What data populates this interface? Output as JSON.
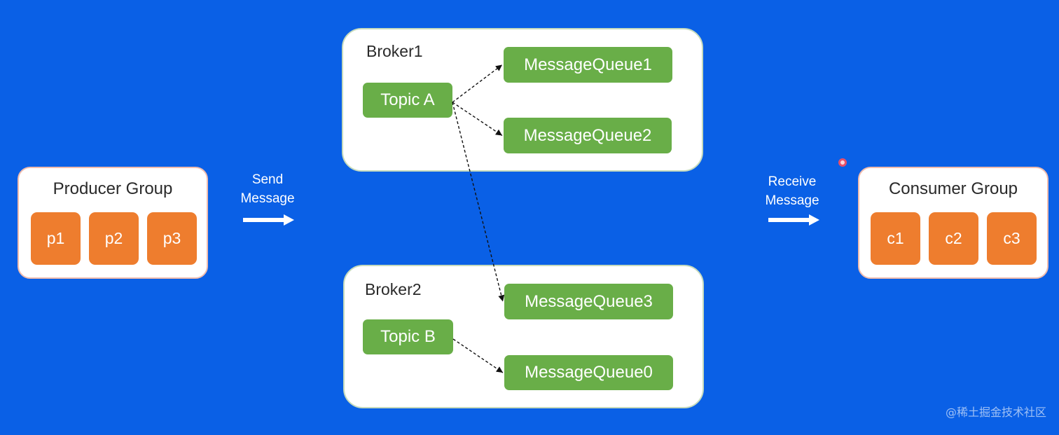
{
  "colors": {
    "background": "#0a60e6",
    "panel": "#ffffff",
    "member": "#ee7d2e",
    "node": "#69ae48",
    "group_border": "#f0bcae",
    "broker_border": "#c6dbbd",
    "edge": "#111111",
    "cursor_dot": "#e8506a"
  },
  "producer_group": {
    "title": "Producer Group",
    "members": [
      "p1",
      "p2",
      "p3"
    ]
  },
  "send": {
    "line1": "Send",
    "line2": "Message"
  },
  "brokers": [
    {
      "name": "Broker1",
      "topic": "Topic A",
      "queues": [
        "MessageQueue1",
        "MessageQueue2"
      ]
    },
    {
      "name": "Broker2",
      "topic": "Topic B",
      "queues": [
        "MessageQueue3",
        "MessageQueue0"
      ]
    }
  ],
  "links": [
    {
      "from_broker": 0,
      "to_broker": 0,
      "to_queue": 0
    },
    {
      "from_broker": 0,
      "to_broker": 0,
      "to_queue": 1
    },
    {
      "from_broker": 0,
      "to_broker": 1,
      "to_queue": 0
    },
    {
      "from_broker": 1,
      "to_broker": 1,
      "to_queue": 1
    }
  ],
  "receive": {
    "line1": "Receive",
    "line2": "Message"
  },
  "consumer_group": {
    "title": "Consumer Group",
    "members": [
      "c1",
      "c2",
      "c3"
    ]
  },
  "watermark": "@稀土掘金技术社区"
}
